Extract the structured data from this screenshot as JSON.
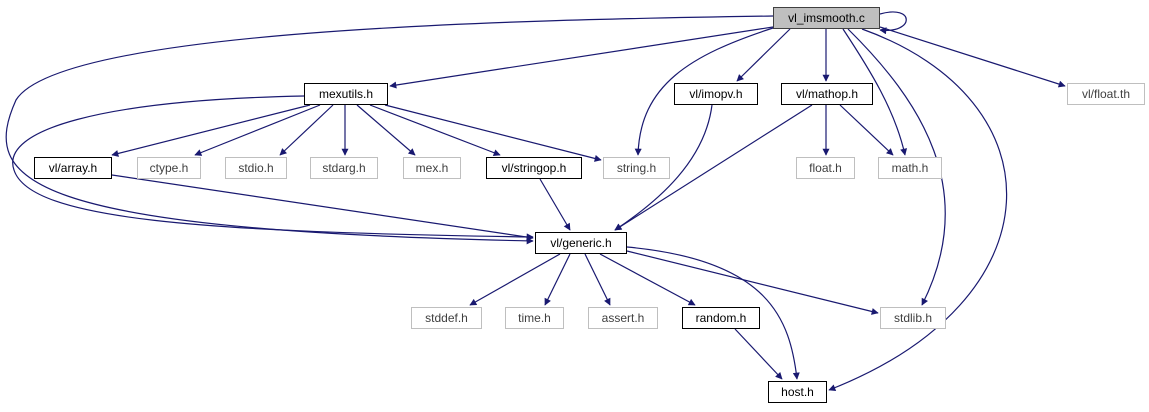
{
  "graph": {
    "nodes": {
      "vl_imsmooth_c": {
        "label": "vl_imsmooth.c",
        "kind": "root"
      },
      "mexutils_h": {
        "label": "mexutils.h",
        "kind": "doc"
      },
      "vl_imopv_h": {
        "label": "vl/imopv.h",
        "kind": "doc"
      },
      "vl_mathop_h": {
        "label": "vl/mathop.h",
        "kind": "doc"
      },
      "vl_float_th": {
        "label": "vl/float.th",
        "kind": "sys"
      },
      "vl_array_h": {
        "label": "vl/array.h",
        "kind": "doc"
      },
      "ctype_h": {
        "label": "ctype.h",
        "kind": "sys"
      },
      "stdio_h": {
        "label": "stdio.h",
        "kind": "sys"
      },
      "stdarg_h": {
        "label": "stdarg.h",
        "kind": "sys"
      },
      "mex_h": {
        "label": "mex.h",
        "kind": "sys"
      },
      "vl_stringop_h": {
        "label": "vl/stringop.h",
        "kind": "doc"
      },
      "string_h": {
        "label": "string.h",
        "kind": "sys"
      },
      "float_h": {
        "label": "float.h",
        "kind": "sys"
      },
      "math_h": {
        "label": "math.h",
        "kind": "sys"
      },
      "vl_generic_h": {
        "label": "vl/generic.h",
        "kind": "doc"
      },
      "stddef_h": {
        "label": "stddef.h",
        "kind": "sys"
      },
      "time_h": {
        "label": "time.h",
        "kind": "sys"
      },
      "assert_h": {
        "label": "assert.h",
        "kind": "sys"
      },
      "random_h": {
        "label": "random.h",
        "kind": "doc"
      },
      "stdlib_h": {
        "label": "stdlib.h",
        "kind": "sys"
      },
      "host_h": {
        "label": "host.h",
        "kind": "doc"
      }
    },
    "edges": [
      [
        "vl_imsmooth_c",
        "vl_imsmooth_c"
      ],
      [
        "vl_imsmooth_c",
        "mexutils_h"
      ],
      [
        "vl_imsmooth_c",
        "string_h"
      ],
      [
        "vl_imsmooth_c",
        "vl_imopv_h"
      ],
      [
        "vl_imsmooth_c",
        "vl_mathop_h"
      ],
      [
        "vl_imsmooth_c",
        "math_h"
      ],
      [
        "vl_imsmooth_c",
        "stdlib_h"
      ],
      [
        "vl_imsmooth_c",
        "host_h"
      ],
      [
        "vl_imsmooth_c",
        "vl_float_th"
      ],
      [
        "vl_imsmooth_c",
        "vl_generic_h"
      ],
      [
        "mexutils_h",
        "vl_array_h"
      ],
      [
        "mexutils_h",
        "ctype_h"
      ],
      [
        "mexutils_h",
        "stdio_h"
      ],
      [
        "mexutils_h",
        "stdarg_h"
      ],
      [
        "mexutils_h",
        "mex_h"
      ],
      [
        "mexutils_h",
        "vl_stringop_h"
      ],
      [
        "mexutils_h",
        "string_h"
      ],
      [
        "mexutils_h",
        "vl_generic_h"
      ],
      [
        "vl_array_h",
        "vl_generic_h"
      ],
      [
        "vl_stringop_h",
        "vl_generic_h"
      ],
      [
        "vl_imopv_h",
        "vl_generic_h"
      ],
      [
        "vl_mathop_h",
        "vl_generic_h"
      ],
      [
        "vl_mathop_h",
        "float_h"
      ],
      [
        "vl_mathop_h",
        "math_h"
      ],
      [
        "vl_generic_h",
        "stddef_h"
      ],
      [
        "vl_generic_h",
        "time_h"
      ],
      [
        "vl_generic_h",
        "assert_h"
      ],
      [
        "vl_generic_h",
        "random_h"
      ],
      [
        "vl_generic_h",
        "stdlib_h"
      ],
      [
        "vl_generic_h",
        "host_h"
      ],
      [
        "random_h",
        "host_h"
      ]
    ]
  },
  "colors": {
    "edge": "#191970",
    "doc_border": "#000000",
    "sys_border": "#bfbfbf",
    "root_fill": "#bfbfbf"
  }
}
